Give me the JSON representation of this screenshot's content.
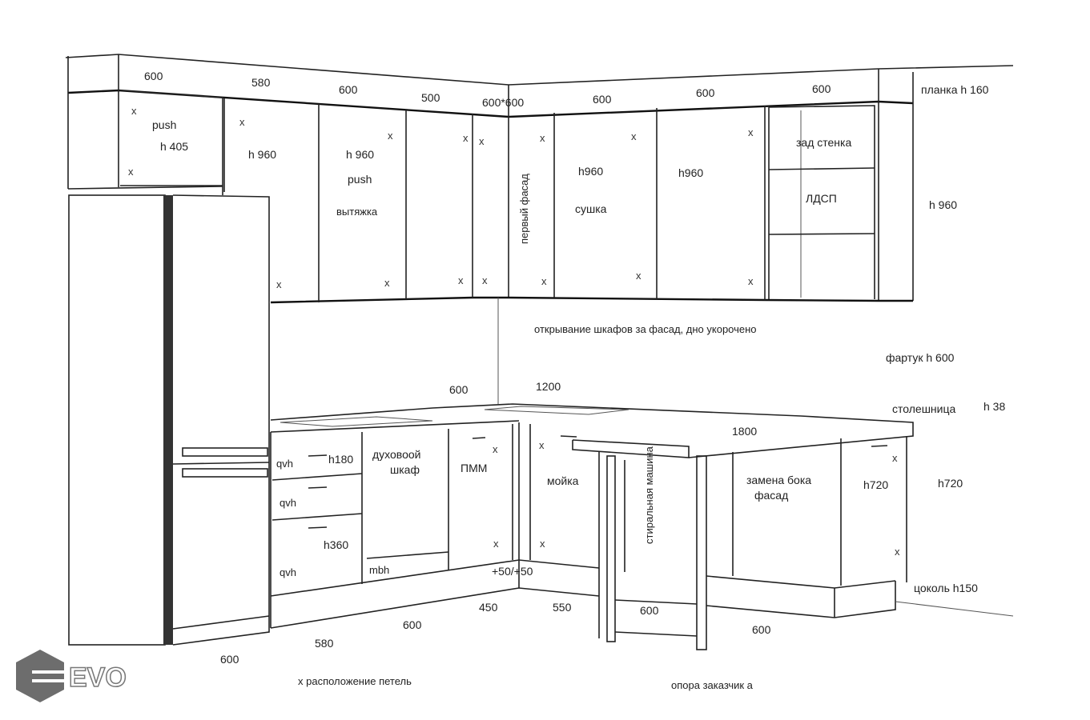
{
  "title": "Kitchen layout drawing",
  "hinge_mark": "x",
  "upper_dims": [
    "600",
    "580",
    "600",
    "500",
    "600*600",
    "600",
    "600",
    "600"
  ],
  "plank_label": "планка h  160",
  "upper_labels": {
    "push1": "push",
    "h405": "h 405",
    "h960_a": "h 960",
    "h960_b": "h 960",
    "push2": "push",
    "hood": "вытяжка",
    "first_facade": "первый фасад",
    "h960_c": "h960",
    "dryer": "сушка",
    "h960_d": "h960",
    "back_wall": "зад стенка",
    "ldsp": "ЛДСП",
    "h960_side": "h 960"
  },
  "note_open": "открывание шкафов за фасад, дно укорочено",
  "backsplash": "фартук h  600",
  "worktop_label": "столешница",
  "worktop_h": "h 38",
  "worktop_dims": {
    "d600": "600",
    "d1200": "1200",
    "d1800": "1800"
  },
  "lower_labels": {
    "qvh1": "qvh",
    "h180": "h180",
    "oven1": "духовоой",
    "oven2": "шкаф",
    "dishwasher": "ПММ",
    "sink": "мойка",
    "washer": "стиральная машина",
    "side_replace1": "замена бока",
    "side_replace2": "фасад",
    "h720_a": "h720",
    "h720_b": "h720",
    "qvh2": "qvh",
    "h360": "h360",
    "qvh3": "qvh",
    "mbh": "mbh",
    "plus50": "+50/+50",
    "plinth": "цоколь h150"
  },
  "floor_dims": [
    "450",
    "550",
    "600",
    "600",
    "600",
    "580",
    "600"
  ],
  "legend_hinges": "x расположение петель",
  "support_note": "опора заказчик а",
  "logo": "EVO"
}
